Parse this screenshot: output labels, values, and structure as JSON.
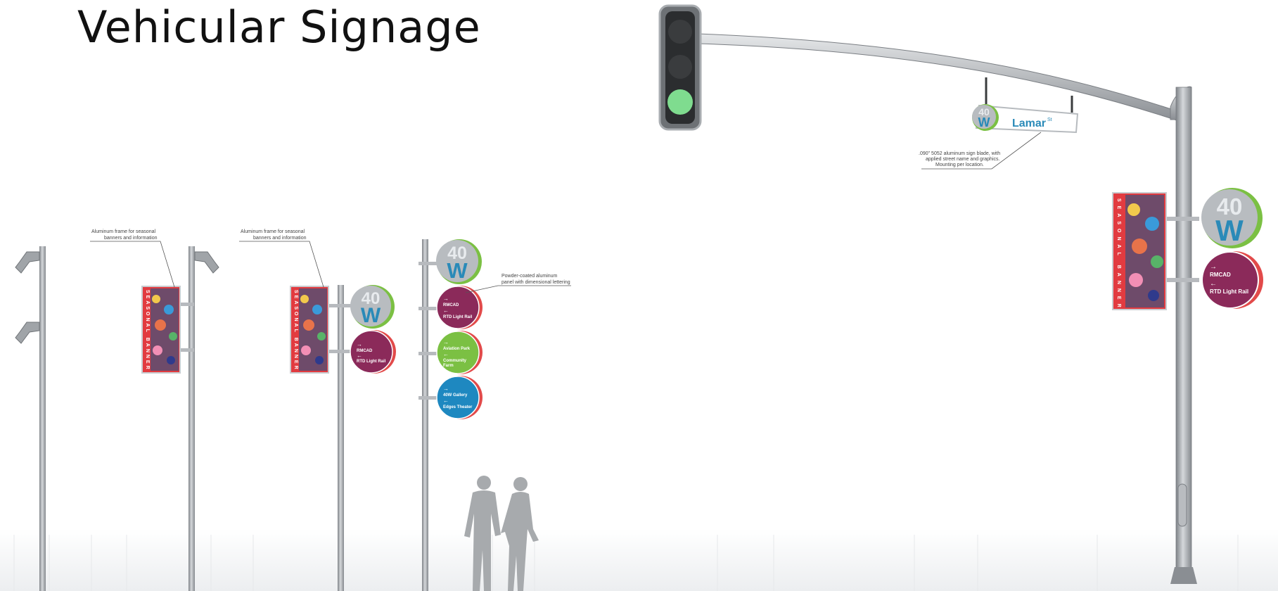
{
  "title": "Vehicular Signage",
  "callouts": {
    "banner_frame": [
      "Aluminum frame for seasonal",
      "banners and information"
    ],
    "powder_coated": [
      "Powder-coated aluminum",
      "panel with dimensional lettering"
    ],
    "street_blade": [
      ".090\" 5052 aluminum sign blade, with",
      "applied street name and graphics.",
      "Mounting per location."
    ]
  },
  "logo": {
    "top": "40",
    "bottom": "W"
  },
  "street_sign": {
    "name": "Lamar",
    "suffix": "St"
  },
  "banner_text": "SEASONAL BANNER",
  "wayfinding": {
    "rmcad_rtd": [
      {
        "arrow": "→",
        "text": "RMCAD"
      },
      {
        "arrow": "←",
        "text": "RTD Light Rail"
      }
    ],
    "green": [
      {
        "arrow": "→",
        "text": "Aviation Park"
      },
      {
        "arrow": "←",
        "text": "Community"
      },
      {
        "arrow": "",
        "text": "Farm"
      }
    ],
    "blue": [
      {
        "arrow": "→",
        "text": "40W Gallery"
      },
      {
        "arrow": "←",
        "text": "Edges Theater"
      }
    ]
  },
  "colors": {
    "sign_purple": "#8b2a5a",
    "sign_green": "#7bc043",
    "sign_blue": "#1e88c0",
    "banner_red": "#e23b40",
    "logo_blue": "#2a8ab8",
    "logo_green": "#7bc043",
    "pole_gray": "#9a9ea3",
    "signal_green": "#7fdc8f"
  }
}
